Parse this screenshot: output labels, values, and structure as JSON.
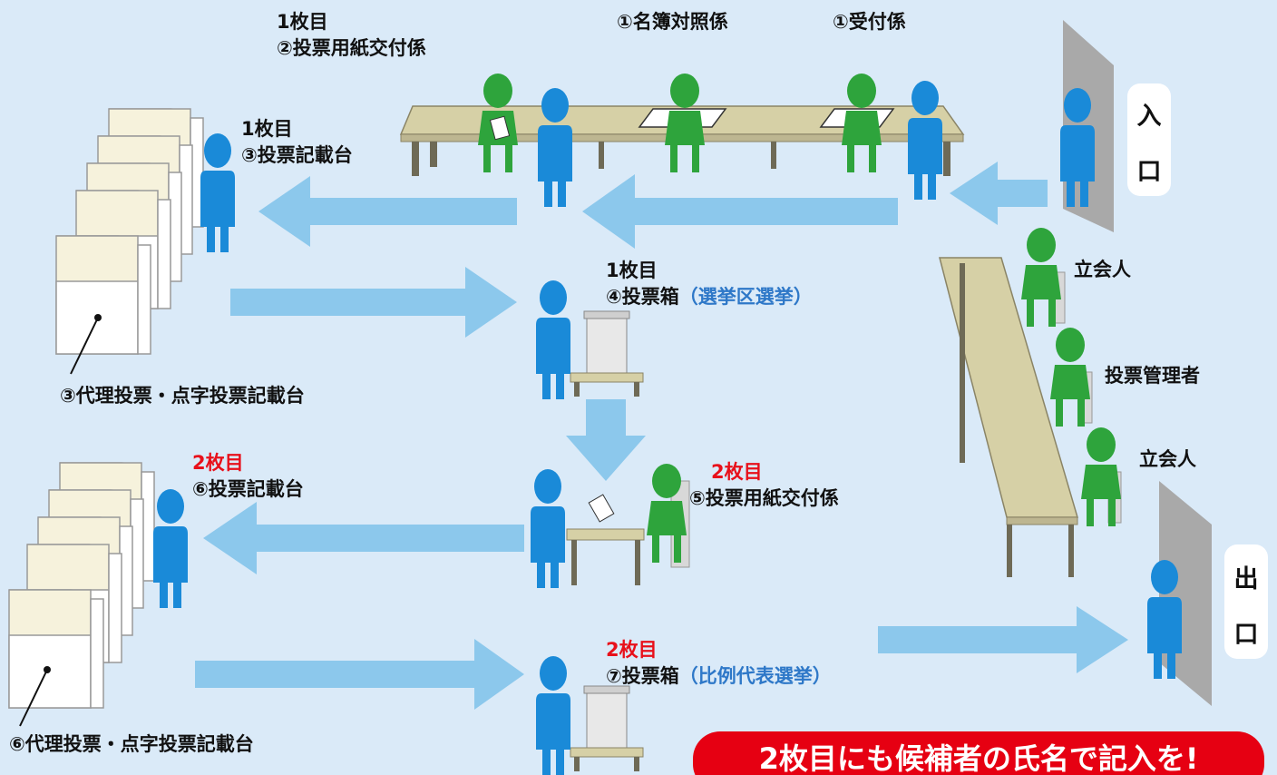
{
  "labels": {
    "first_issue": {
      "count": "1枚目",
      "role": "②投票用紙交付係"
    },
    "registry_check": "①名簿対照係",
    "reception": "①受付係",
    "first_desk": {
      "count": "1枚目",
      "role": "③投票記載台"
    },
    "first_box": {
      "count": "1枚目",
      "role": "④投票箱",
      "election": "（選挙区選挙）"
    },
    "first_proxy_desk": "③代理投票・点字投票記載台",
    "second_desk": {
      "count": "2枚目",
      "role": "⑥投票記載台"
    },
    "second_issue": {
      "count": "2枚目",
      "role": "⑤投票用紙交付係"
    },
    "second_box": {
      "count": "2枚目",
      "role": "⑦投票箱",
      "election": "（比例代表選挙）"
    },
    "second_proxy_desk": "⑥代理投票・点字投票記載台",
    "witness_top": "立会人",
    "manager": "投票管理者",
    "witness_bottom": "立会人"
  },
  "entrance": {
    "char1": "入",
    "char2": "口"
  },
  "exit": {
    "char1": "出",
    "char2": "口"
  },
  "banner": "2枚目にも候補者の氏名で記入を!",
  "colors": {
    "background": "#daeaf8",
    "voter": "#1a8ad8",
    "staff": "#2ea43c",
    "arrow": "#8cc8ec",
    "table": "#d6d0a6",
    "table_leg": "#6e6a56",
    "booth": "#f6f2dc",
    "count_red": "#e8101a",
    "election_blue": "#2e78c8",
    "banner": "#e60012"
  }
}
